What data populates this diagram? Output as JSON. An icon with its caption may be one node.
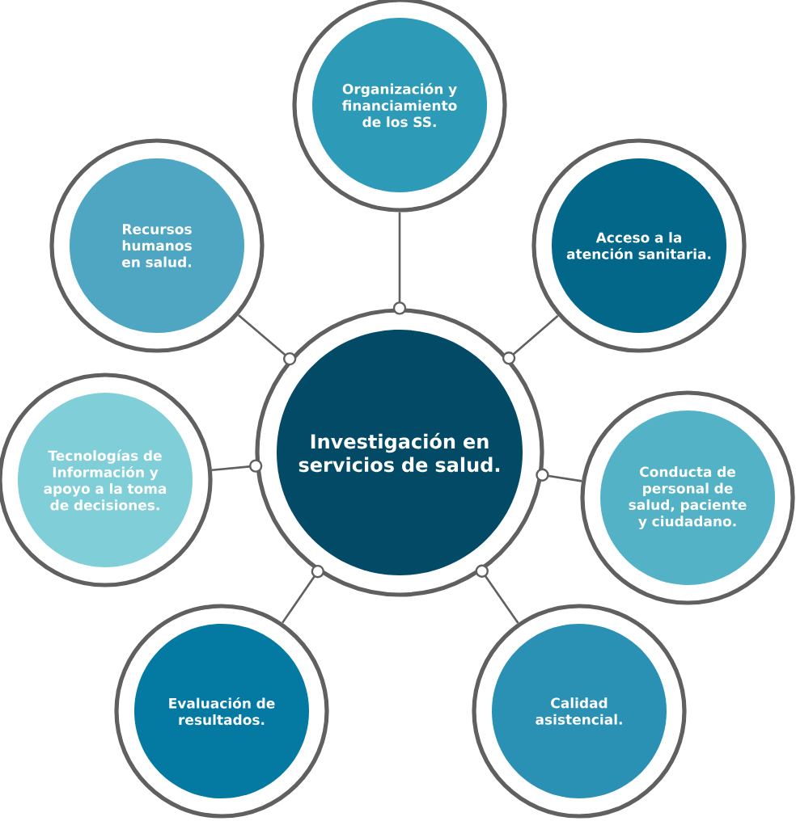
{
  "diagram": {
    "nodes": [
      {
        "text": [
          "Organización y financiamiento de los SS."
        ]
      },
      {
        "text": [
          "Recursos humanos en salud."
        ]
      },
      {
        "text": [
          "Acceso a la atención sanitaria."
        ]
      },
      {
        "text": [
          "Investigación en servicios de salud."
        ]
      },
      {
        "text": [
          "Tecnologías de Información y apoyo a la toma de decisiones."
        ]
      },
      {
        "text": [
          "Conducta de personal de salud, paciente y ciudadano."
        ]
      },
      {
        "text": [
          "Evaluación de resultados."
        ]
      },
      {
        "text": [
          "Calidad asistencial."
        ]
      }
    ],
    "edges": [
      {
        "from": 3,
        "to": 0,
        "arrow": "other"
      },
      {
        "from": 3,
        "to": 1,
        "arrow": "other"
      },
      {
        "from": 3,
        "to": 2,
        "arrow": "other"
      },
      {
        "from": 3,
        "to": 4,
        "arrow": "other"
      },
      {
        "from": 3,
        "to": 5,
        "arrow": "other"
      },
      {
        "from": 3,
        "to": 6,
        "arrow": "other"
      },
      {
        "from": 3,
        "to": 7,
        "arrow": "other"
      }
    ]
  }
}
